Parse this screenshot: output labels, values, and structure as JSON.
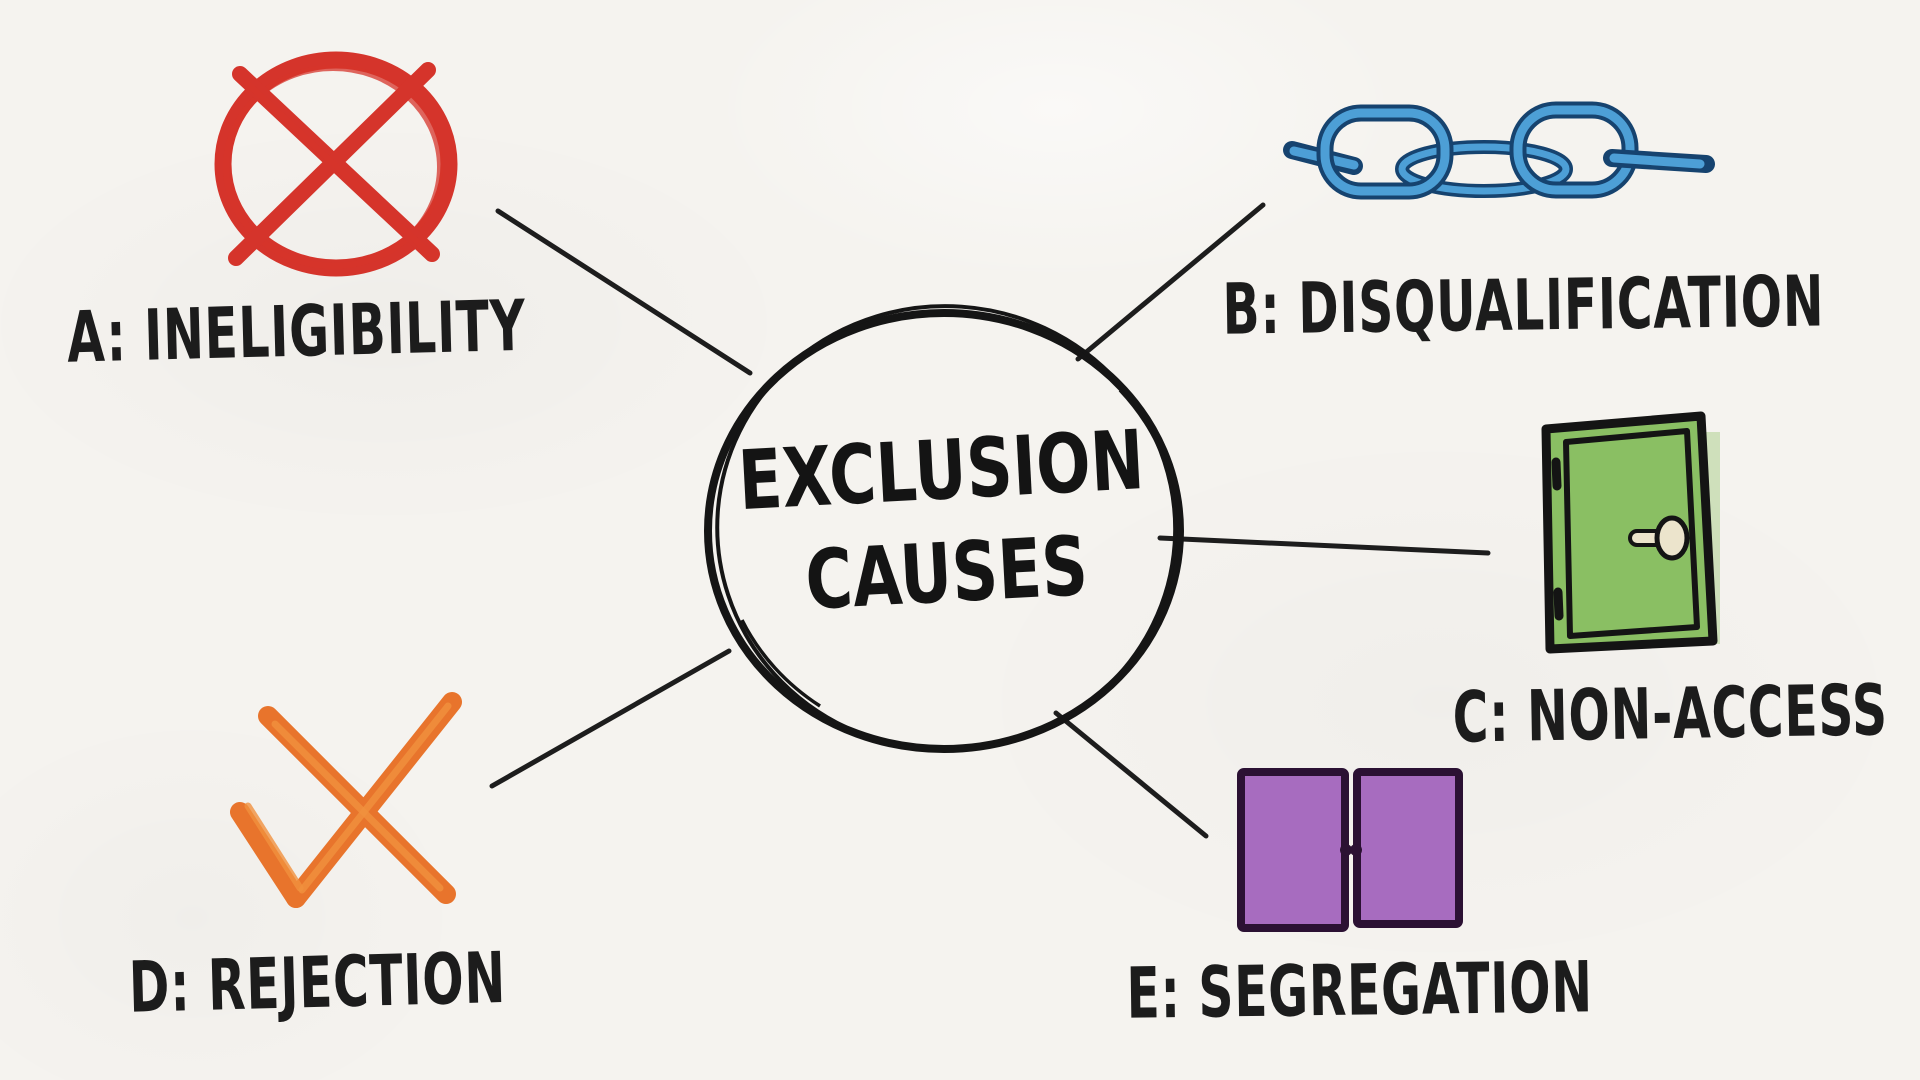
{
  "title": "Exclusion causes mind map",
  "center": {
    "line1": "EXCLUSION",
    "line2": "CAUSES"
  },
  "nodes": [
    {
      "id": "A",
      "label": "A: INELIGIBILITY",
      "icon": "no-entry-icon",
      "color": "#d5342b"
    },
    {
      "id": "B",
      "label": "B: DISQUALIFICATION",
      "icon": "chain-icon",
      "color": "#4d9fd6",
      "outline": "#16436f"
    },
    {
      "id": "C",
      "label": "C: NON-ACCESS",
      "icon": "door-icon",
      "color": "#8abf63",
      "outline": "#141414",
      "handle_color": "#ece4cc"
    },
    {
      "id": "D",
      "label": "D: REJECTION",
      "icon": "checkmark-icon",
      "color": "#e8742c",
      "highlight": "#f0913f"
    },
    {
      "id": "E",
      "label": "E: SEGREGATION",
      "icon": "double-doors-icon",
      "color": "#a76cbf",
      "outline": "#2b1133"
    }
  ],
  "colors": {
    "background": "#f5f3ef",
    "ink": "#1c1c1c"
  }
}
